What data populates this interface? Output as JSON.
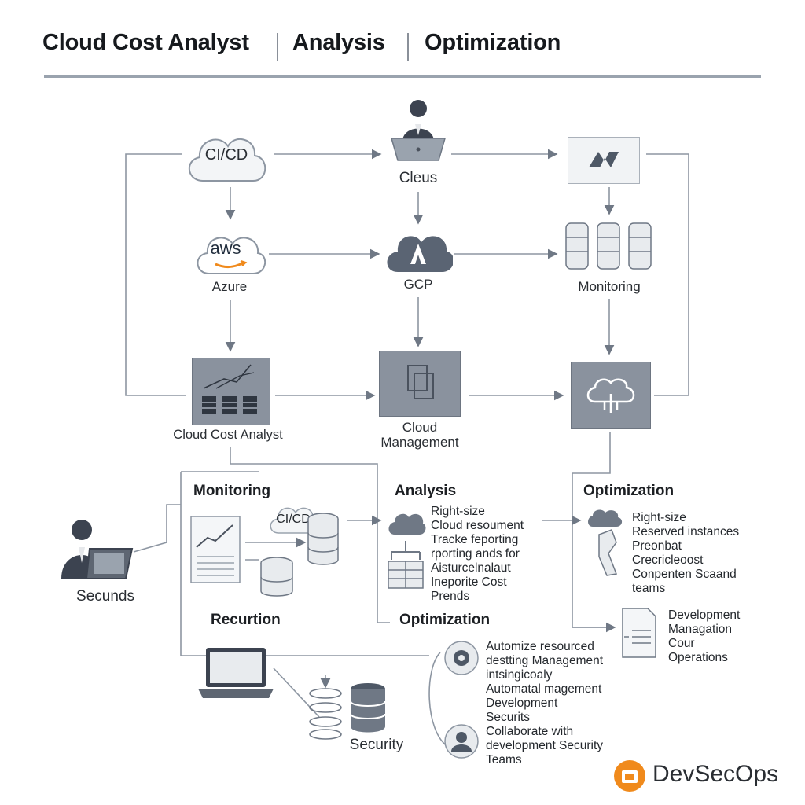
{
  "header": {
    "title_1": "Cloud Cost Analyst",
    "title_2": "Analysis",
    "title_3": "Optimization"
  },
  "nodes": {
    "cicd": "CI/CD",
    "cleus": "Cleus",
    "aws_logo": "aws",
    "azure": "Azure",
    "gcp": "GCP",
    "monitoring": "Monitoring",
    "cloud_cost_analyst": "Cloud Cost Analyst",
    "cloud_management_line1": "Cloud",
    "cloud_management_line2": "Management"
  },
  "sections": {
    "monitoring": "Monitoring",
    "analysis": "Analysis",
    "optimization_top": "Optimization",
    "recurtion": "Recurtion",
    "optimization_bottom": "Optimization",
    "secunds": "Secunds",
    "security": "Security",
    "cicd_small": "CI/CD"
  },
  "analysis_list": [
    "Right-size",
    "Cloud resoument",
    "Tracke feporting",
    "rporting ands for",
    "Aisturcelnalaut",
    "Ineporite Cost",
    "Prends"
  ],
  "optimization_list": [
    "Right-size",
    "Reserved instances",
    "Preonbat",
    "Crecricleoost",
    "Conpenten Scaand",
    "teams"
  ],
  "devops_list": [
    "Development",
    "Managation",
    "Cour",
    "Operations"
  ],
  "automation_list": [
    "Automize resourced",
    "destting Management",
    "intsingicoaly",
    "Automatal mageme‌nt",
    "Development",
    "Securits"
  ],
  "collab_list": [
    "Collaborate with",
    "development Security",
    "Teams"
  ],
  "brand": {
    "name": "DevSecOps",
    "accent": "#f08a1c"
  },
  "colors": {
    "line": "#8d96a2",
    "box_dark": "#8a929e",
    "text": "#1f2328"
  },
  "icons": [
    "cloud-icon",
    "person-laptop-icon",
    "logo-box-icon",
    "aws-logo",
    "gcp-cloud-icon",
    "database-icon",
    "chart-panel-icon",
    "document-copy-icon",
    "brain-cloud-icon",
    "laptop-icon",
    "gear-icon",
    "user-circle-icon",
    "hand-cloud-icon",
    "file-list-icon"
  ]
}
